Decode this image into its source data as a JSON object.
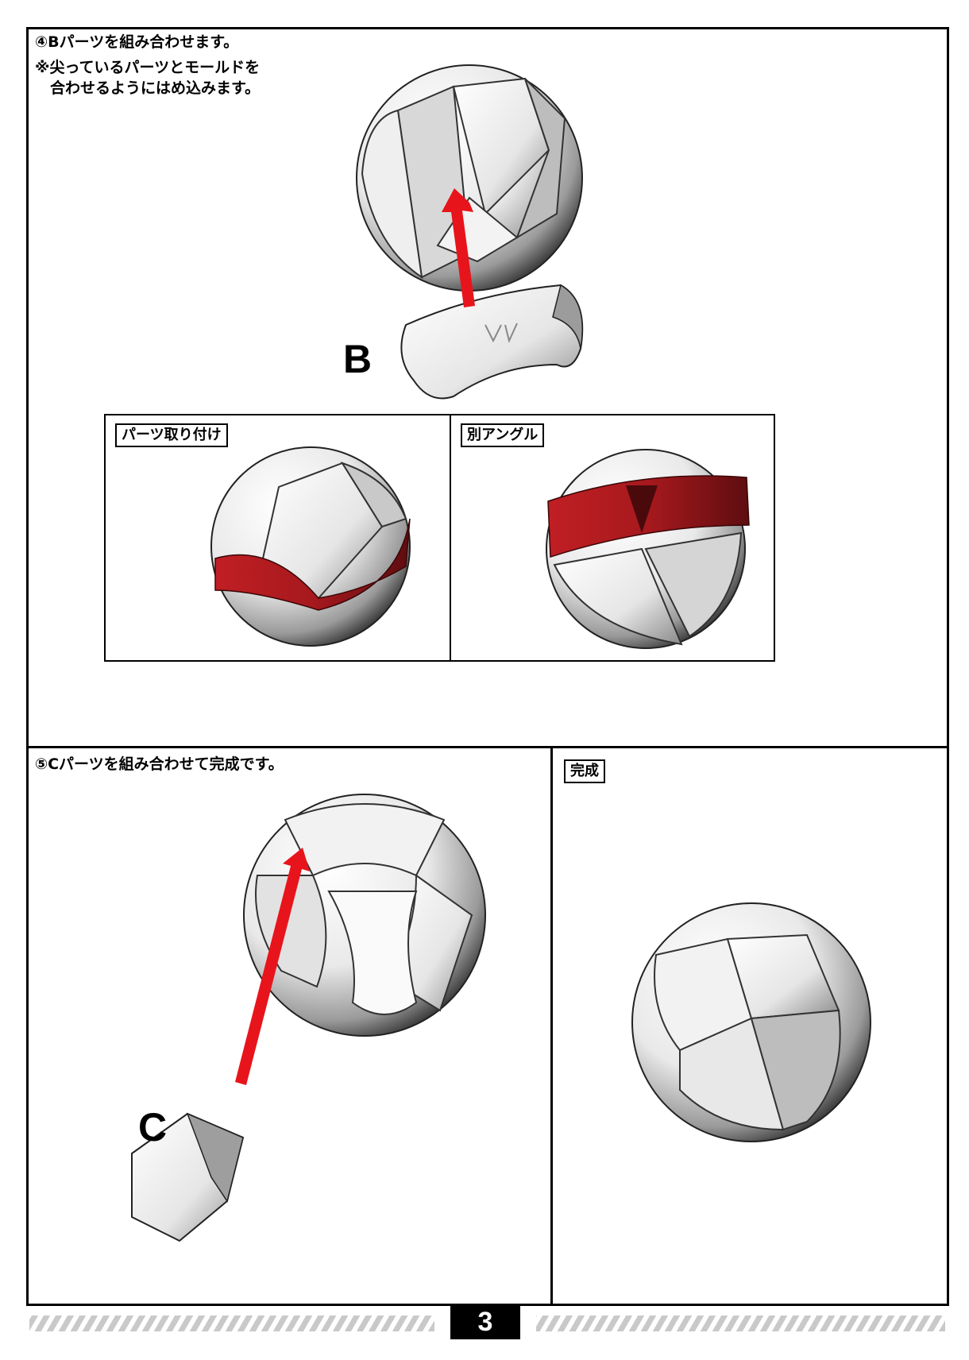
{
  "step4": {
    "line1": "④Bパーツを組み合わせます。",
    "line2": "※尖っているパーツとモールドを",
    "line3": "　合わせるようにはめ込みます。",
    "part_label": "B"
  },
  "insets": {
    "left_tag": "パーツ取り付け",
    "right_tag": "別アングル"
  },
  "step5": {
    "title": "⑤Cパーツを組み合わせて完成です。",
    "part_label": "C"
  },
  "complete": {
    "tag": "完成"
  },
  "footer": {
    "page_number": "3"
  },
  "colors": {
    "arrow": "#e8141b",
    "highlight_part": "#a6191d",
    "frame": "#000000"
  }
}
